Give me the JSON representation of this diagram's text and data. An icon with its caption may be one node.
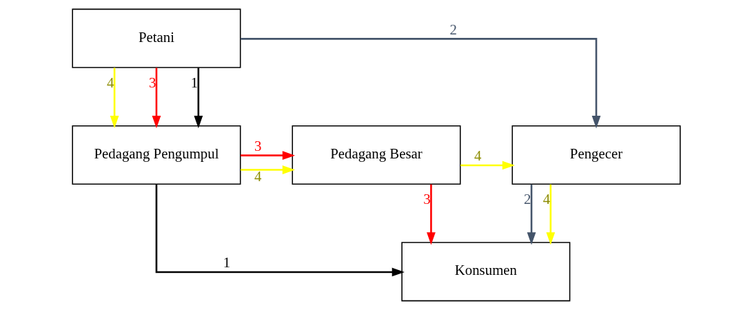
{
  "diagram": {
    "nodes": [
      {
        "text": [
          "Petani"
        ]
      },
      {
        "text": [
          "Pedagang Pengumpul"
        ]
      },
      {
        "text": [
          "Pedagang Besar"
        ]
      },
      {
        "text": [
          "Pengecer"
        ]
      },
      {
        "text": [
          "Konsumen"
        ]
      }
    ],
    "edges": [
      {
        "from": 0,
        "to": 1,
        "arrow": "to",
        "label": "4",
        "color": "#ffff00"
      },
      {
        "from": 0,
        "to": 1,
        "arrow": "to",
        "label": "3",
        "color": "#ff0000"
      },
      {
        "from": 0,
        "to": 1,
        "arrow": "to",
        "label": "1",
        "color": "#000000"
      },
      {
        "from": 0,
        "to": 3,
        "arrow": "to",
        "label": "2",
        "color": "#44546a"
      },
      {
        "from": 1,
        "to": 2,
        "arrow": "to",
        "label": "3",
        "color": "#ff0000"
      },
      {
        "from": 1,
        "to": 2,
        "arrow": "to",
        "label": "4",
        "color": "#ffff00"
      },
      {
        "from": 2,
        "to": 3,
        "arrow": "to",
        "label": "4",
        "color": "#ffff00"
      },
      {
        "from": 2,
        "to": 4,
        "arrow": "to",
        "label": "3",
        "color": "#ff0000"
      },
      {
        "from": 1,
        "to": 4,
        "arrow": "to",
        "label": "1",
        "color": "#000000"
      },
      {
        "from": 3,
        "to": 4,
        "arrow": "to",
        "label": "2",
        "color": "#44546a"
      },
      {
        "from": 3,
        "to": 4,
        "arrow": "to",
        "label": "4",
        "color": "#ffff00"
      }
    ]
  }
}
